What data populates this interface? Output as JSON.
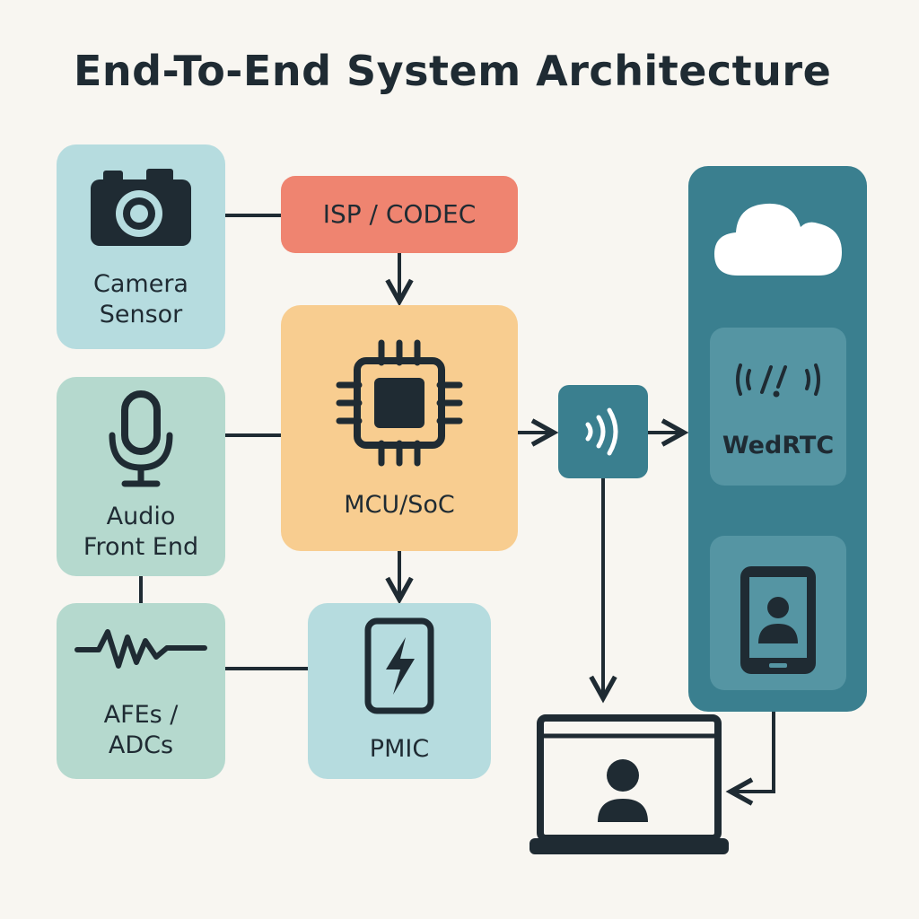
{
  "title": "End-To-End System Architecture",
  "blocks": {
    "camera": {
      "label": "Camera\nSensor",
      "icon": "camera-icon"
    },
    "isp": {
      "label": "ISP / CODEC"
    },
    "mcu": {
      "label": "MCU/SoC",
      "icon": "chip-icon"
    },
    "audio": {
      "label": "Audio\nFront End",
      "icon": "microphone-icon"
    },
    "afe": {
      "label": "AFEs /\nADCs",
      "icon": "waveform-icon"
    },
    "pmic": {
      "label": "PMIC",
      "icon": "battery-bolt-icon"
    },
    "wireless": {
      "icon": "wireless-signal-icon"
    },
    "cloud": {
      "icon": "cloud-icon",
      "webrtc": {
        "label": "WedRTC",
        "icon": "broadcast-icon"
      },
      "phone": {
        "icon": "smartphone-user-icon"
      }
    },
    "laptop": {
      "icon": "laptop-user-icon"
    }
  },
  "colors": {
    "background": "#f8f6f1",
    "teal_light": "#b6dcdf",
    "mint": "#b5d9ce",
    "coral": "#ef8470",
    "peach": "#f8cd90",
    "teal_dark": "#3a7f8f",
    "teal_card": "#5595a3",
    "ink": "#1f2b33"
  }
}
